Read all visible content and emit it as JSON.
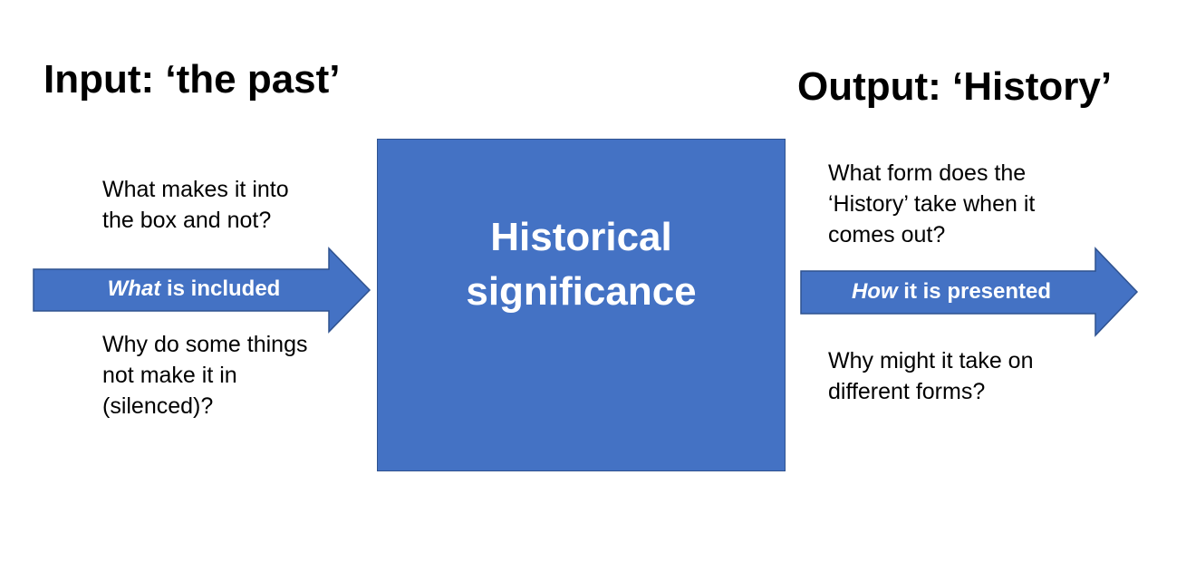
{
  "headings": {
    "input": "Input: ‘the past’",
    "output": "Output: ‘History’"
  },
  "central_box": {
    "title_lines": [
      "Historical",
      "significance"
    ],
    "fill_color": "#4472c4",
    "border_color": "#2f528f"
  },
  "left_arrow": {
    "label_emphasis": "What",
    "label_rest": " is included",
    "fill_color": "#4472c4"
  },
  "right_arrow": {
    "label_emphasis": "How",
    "label_rest": " it is presented",
    "fill_color": "#4472c4"
  },
  "questions": {
    "left_top": [
      "What makes it into",
      "the box and not?"
    ],
    "left_bottom": [
      "Why do some things",
      "not make it in",
      "(silenced)?"
    ],
    "right_top": [
      "What form does the",
      "‘History’ take when it",
      "comes out?"
    ],
    "right_bottom": [
      "Why might it take on",
      "different forms?"
    ]
  }
}
